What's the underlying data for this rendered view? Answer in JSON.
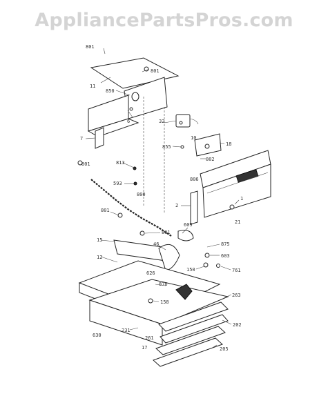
{
  "watermark": "AppliancePartsPros.com",
  "callouts": {
    "c801a": "801",
    "c11": "11",
    "c801b": "801",
    "c850": "850",
    "c6": "6",
    "c32": "32",
    "c7": "7",
    "c855": "855",
    "c10": "10",
    "c18": "18",
    "c801c": "801",
    "c802": "802",
    "c813": "813",
    "c806": "806",
    "c593": "593",
    "c800": "800",
    "c1": "1",
    "c2": "2",
    "c801d": "801",
    "c21": "21",
    "c801e": "801",
    "c609": "609",
    "c15": "15",
    "c46": "46",
    "c875": "875",
    "c603": "603",
    "c12": "12",
    "c150": "150",
    "c761": "761",
    "c626": "626",
    "c878": "878",
    "c263": "263",
    "c158": "158",
    "c231": "231",
    "c202": "202",
    "c630": "630",
    "c261": "261",
    "c17": "17",
    "c205": "205"
  }
}
